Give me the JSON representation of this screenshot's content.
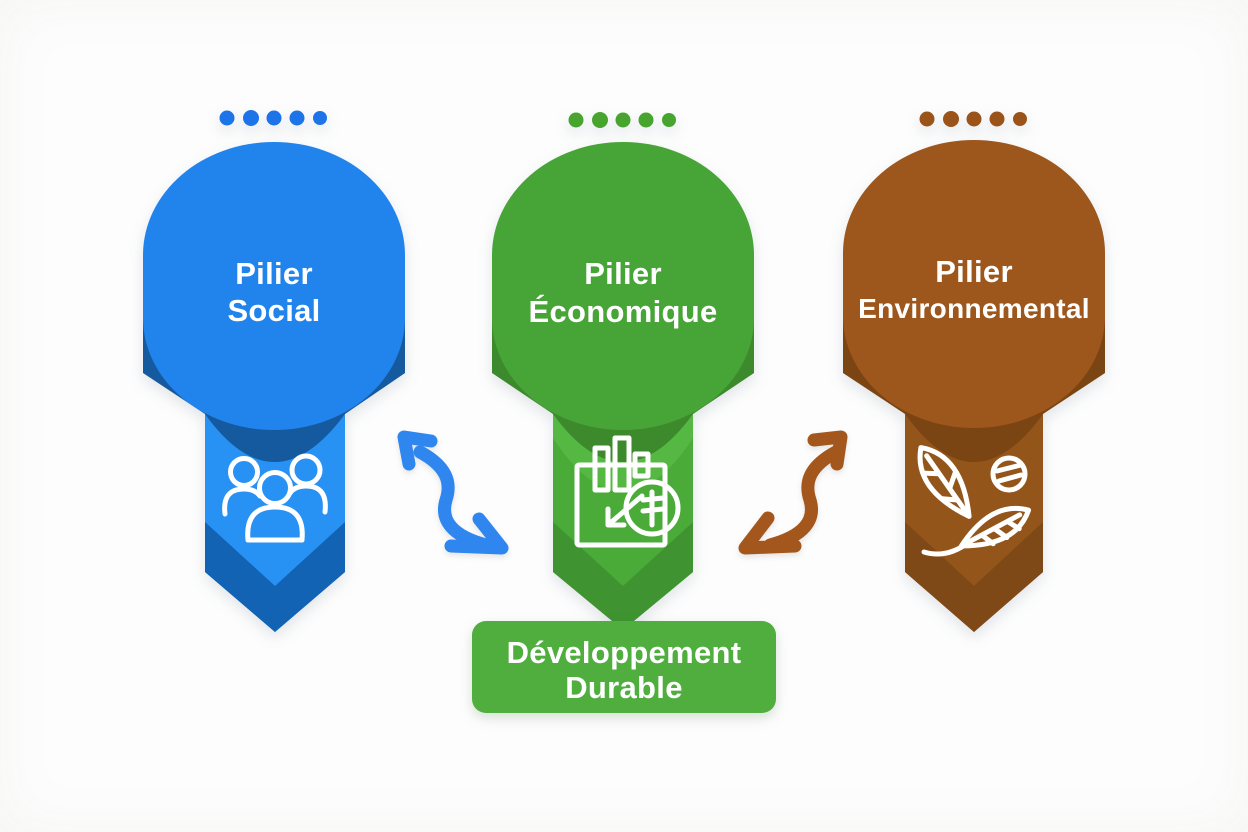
{
  "diagram_subject": "Développement Durable - trois piliers",
  "pillars": [
    {
      "name": "social",
      "title_line1": "Pilier",
      "title_line2": "Social",
      "icon": "people-group-icon",
      "dots_count": 5,
      "colors": {
        "main": "#2183ec",
        "ribbon": "#2791f4",
        "dark": "#15599e",
        "chevron": "#1263b4",
        "dots": "#1d74e9"
      }
    },
    {
      "name": "economique",
      "title_line1": "Pilier",
      "title_line2": "Économique",
      "icon": "bar-chart-coin-icon",
      "dots_count": 5,
      "colors": {
        "main": "#47a436",
        "ribbon": "#4aab38",
        "dark": "#3c8a2b",
        "chevron": "#3f9431",
        "highlight": "#55b843",
        "dots": "#47a52f"
      }
    },
    {
      "name": "environnemental",
      "title_line1": "Pilier",
      "title_line2": "Environnemental",
      "icon": "leaves-icon",
      "dots_count": 5,
      "colors": {
        "main": "#9d561c",
        "ribbon": "#935519",
        "dark": "#7b4413",
        "chevron": "#7e4916",
        "dots": "#9a541a"
      }
    }
  ],
  "center_box": {
    "line1": "Développement",
    "line2": "Durable",
    "color": "#4fae3e",
    "text_color": "#ffffff"
  },
  "arrows": [
    {
      "name": "social-economique-exchange",
      "color": "#2e86ee"
    },
    {
      "name": "economique-environnemental-exchange",
      "color": "#a3571c"
    }
  ]
}
